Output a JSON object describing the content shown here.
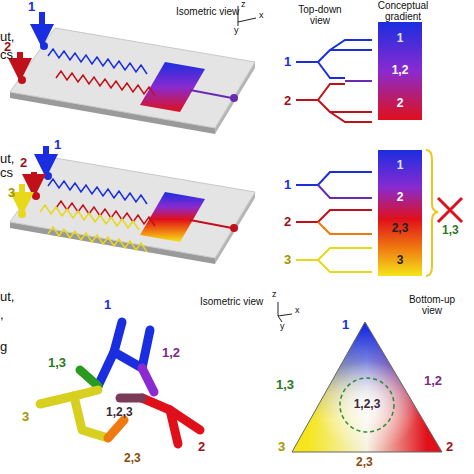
{
  "diagram": {
    "nodes": [
      {
        "text": [
          "1",
          "1,2",
          "2"
        ]
      },
      {
        "text": [
          "1",
          "2",
          "2,3",
          "3"
        ]
      },
      {
        "text": [
          "1,2,3"
        ]
      }
    ],
    "labels": [
      "ut,",
      "cs",
      "1",
      "2",
      "Isometric view",
      "z",
      "x",
      "y",
      "Top-down view",
      "Conceptual gradient",
      "1",
      "2",
      "ut,",
      "cs",
      "3",
      "1",
      "2",
      "1",
      "2",
      "3",
      "1,3",
      "ut,",
      ",",
      "g",
      "1",
      "1,3",
      "3",
      "1,2",
      "1,2,3",
      "2",
      "2,3",
      "Isometric view",
      "z",
      "x",
      "y",
      "Bottom-up view",
      "1",
      "1,3",
      "1,2",
      "3",
      "2",
      "2,3"
    ]
  }
}
